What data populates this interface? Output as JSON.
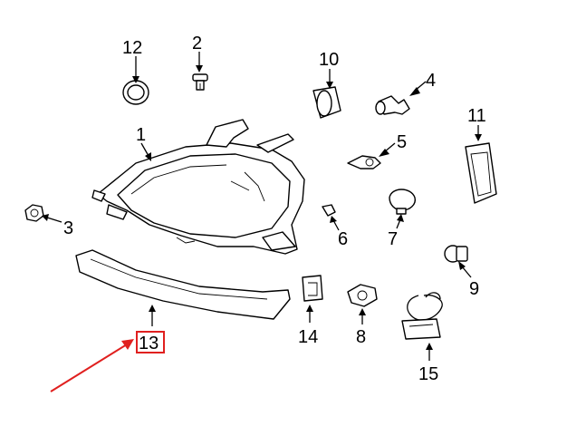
{
  "diagram": {
    "callouts": [
      {
        "id": "1",
        "text": "1"
      },
      {
        "id": "2",
        "text": "2"
      },
      {
        "id": "3",
        "text": "3"
      },
      {
        "id": "4",
        "text": "4"
      },
      {
        "id": "5",
        "text": "5"
      },
      {
        "id": "6",
        "text": "6"
      },
      {
        "id": "7",
        "text": "7"
      },
      {
        "id": "8",
        "text": "8"
      },
      {
        "id": "9",
        "text": "9"
      },
      {
        "id": "10",
        "text": "10"
      },
      {
        "id": "11",
        "text": "11"
      },
      {
        "id": "12",
        "text": "12"
      },
      {
        "id": "13",
        "text": "13"
      },
      {
        "id": "14",
        "text": "14"
      },
      {
        "id": "15",
        "text": "15"
      }
    ],
    "highlight": {
      "callout": "13",
      "color": "#e0201f"
    }
  }
}
